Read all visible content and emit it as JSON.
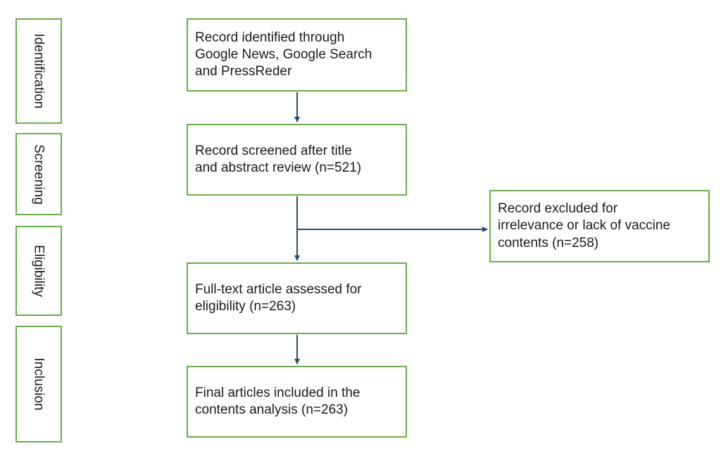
{
  "colors": {
    "box_border": "#6aac46",
    "arrow": "#1f4e79",
    "text": "#1a1a1a"
  },
  "stages": {
    "identification": "Identification",
    "screening": "Screening",
    "eligibility": "Eligibility",
    "inclusion": "Inclusion"
  },
  "boxes": {
    "identified": "Record identified through\nGoogle News, Google Search\nand PressReder",
    "screened": "Record screened after title\nand abstract review (n=521)",
    "excluded": "Record excluded for\nirrelevance or lack of vaccine\ncontents (n=258)",
    "eligibility": "Full-text article assessed for\neligibility (n=263)",
    "included": "Final articles included in the\ncontents analysis (n=263)"
  }
}
